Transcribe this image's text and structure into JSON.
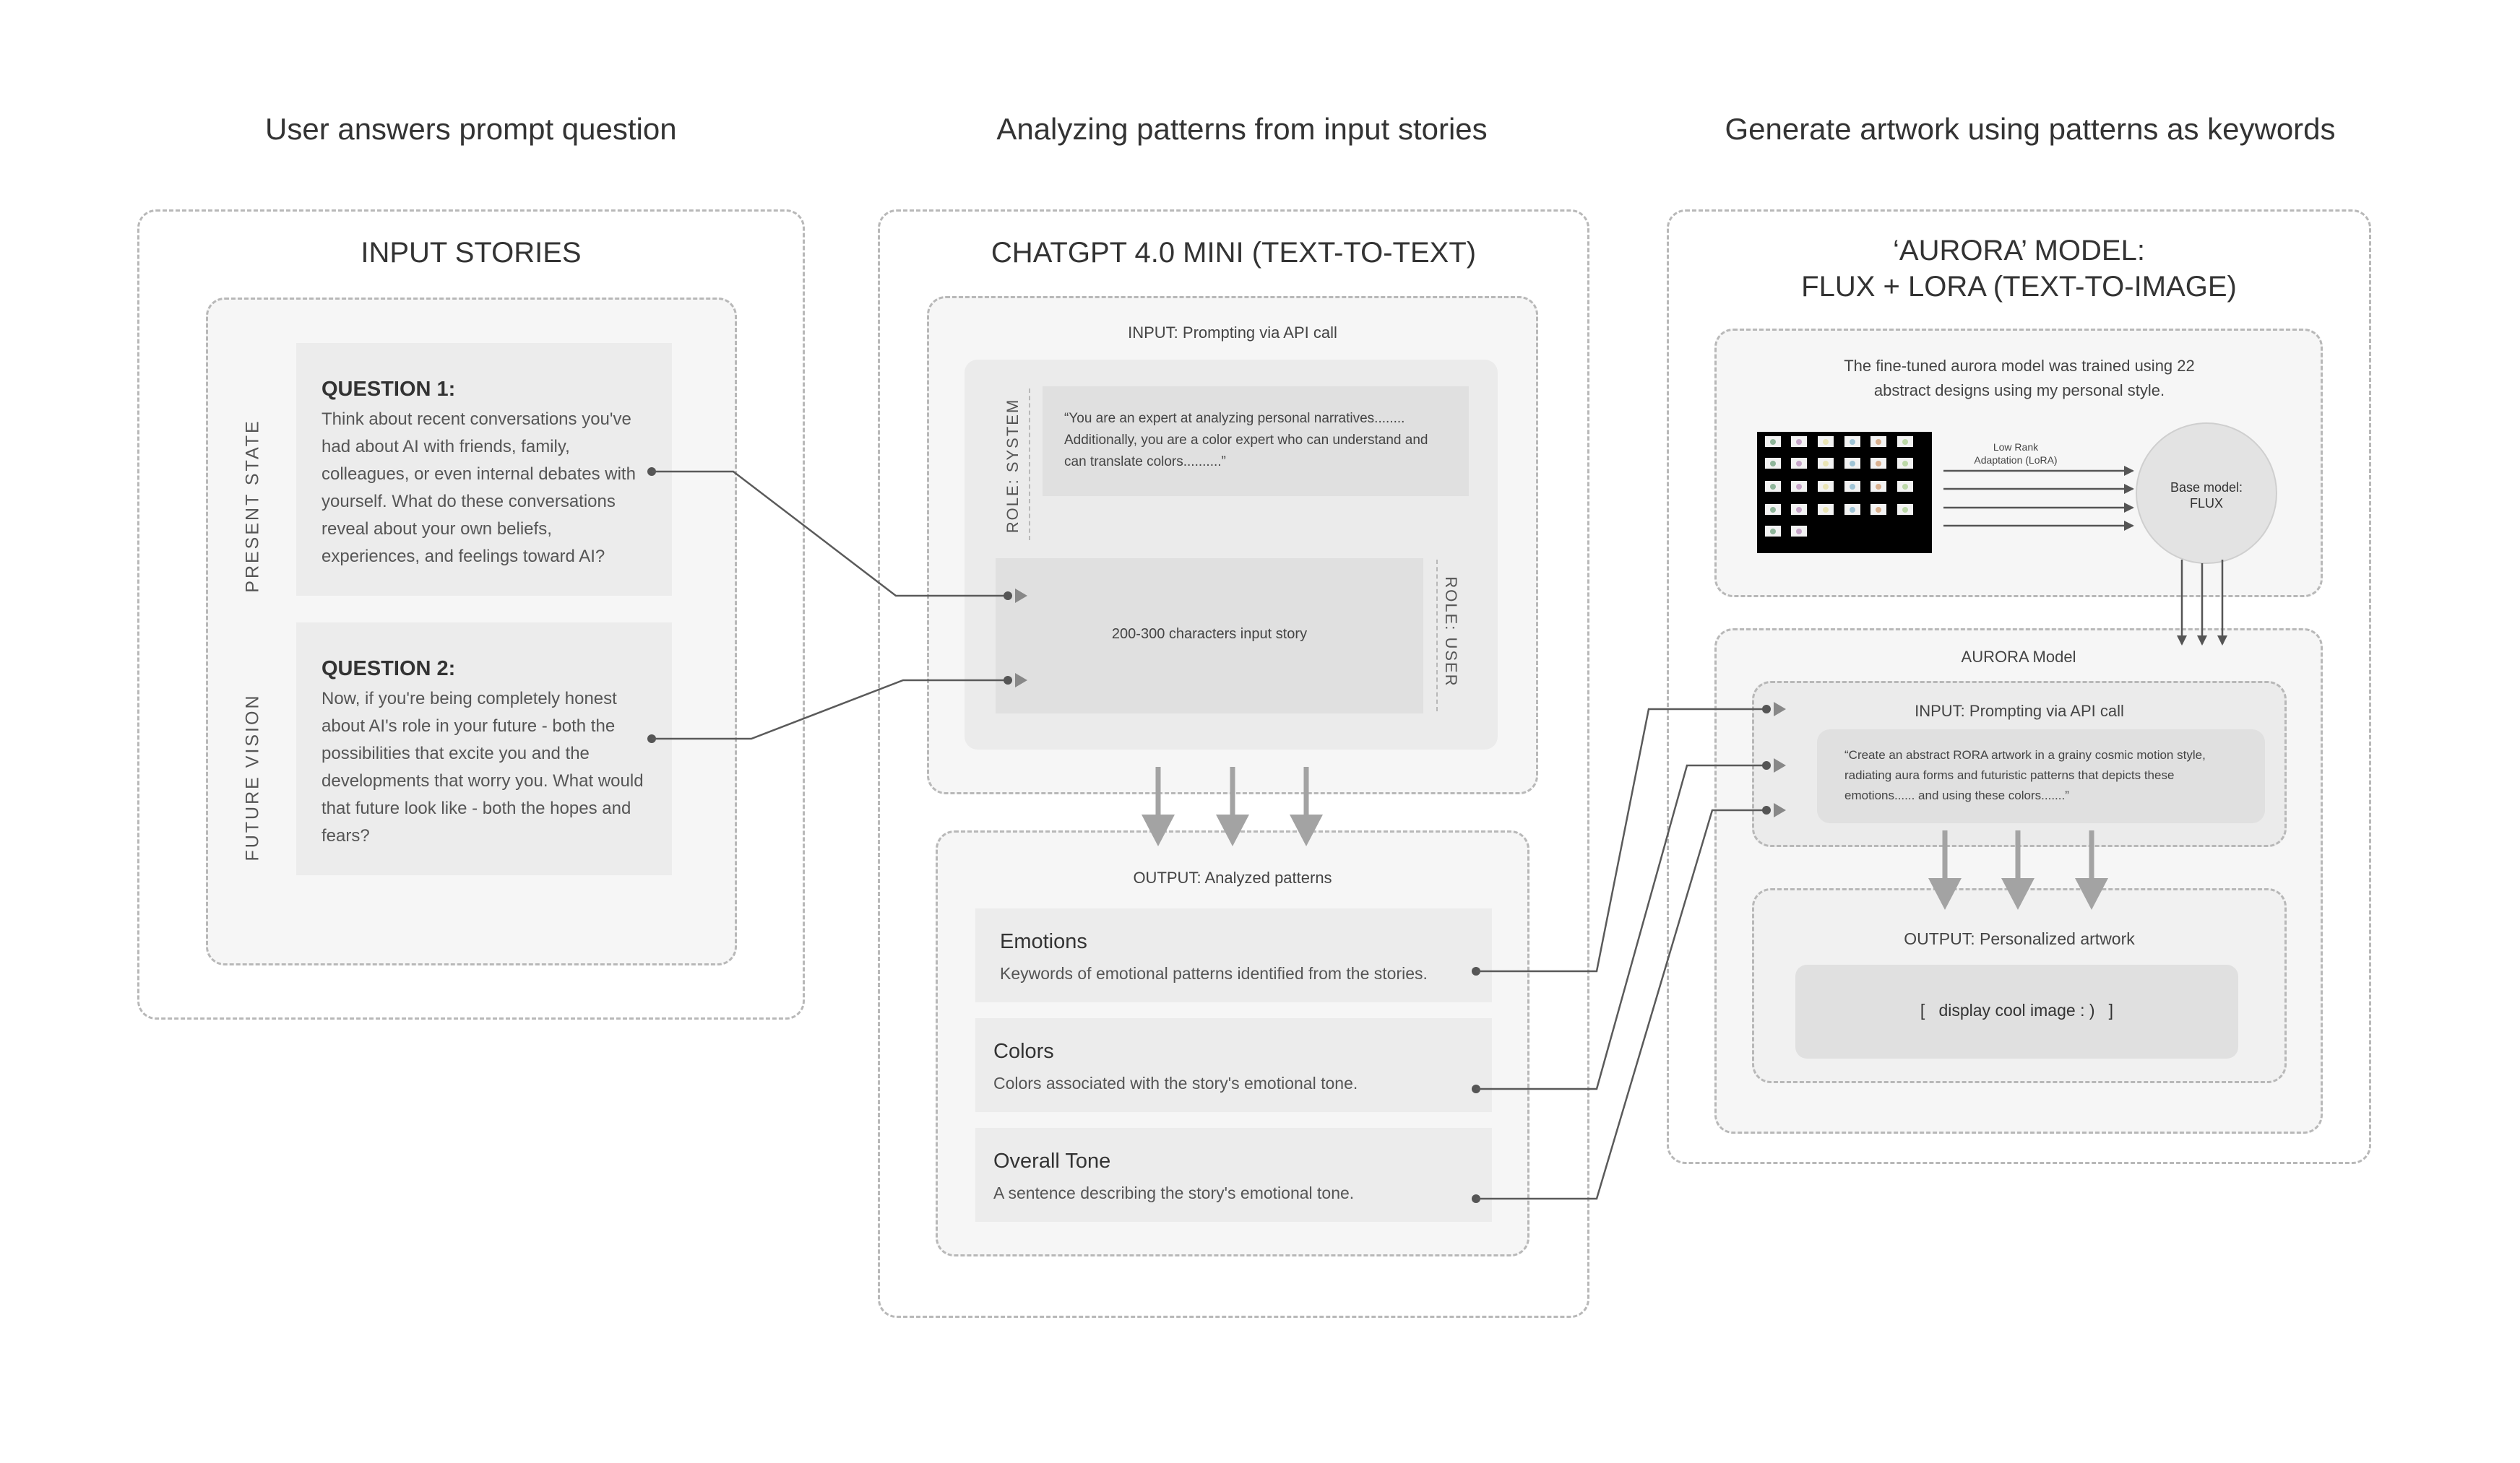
{
  "columns": {
    "col1_heading": "User answers  prompt question",
    "col2_heading": "Analyzing patterns from input stories",
    "col3_heading": "Generate artwork using patterns as keywords"
  },
  "input_stories": {
    "title": "INPUT STORIES",
    "present_label": "PRESENT  STATE",
    "future_label": "FUTURE  VISION",
    "q1_title": "QUESTION 1:",
    "q1_text": "Think about recent conversations you've had about AI with friends, family, colleagues, or even internal debates with yourself. What do these conversations reveal about your own beliefs, experiences, and feelings toward AI?",
    "q2_title": "QUESTION 2:",
    "q2_text": "Now, if you're being completely honest about AI's role in your future - both the possibilities that excite you and the developments that worry you. What would that future look like - both the hopes and fears?"
  },
  "chatgpt": {
    "title": "CHATGPT 4.0 MINI (TEXT-TO-TEXT)",
    "input_label": "INPUT: Prompting via API call",
    "role_system": "ROLE: SYSTEM",
    "system_prompt": "“You are an expert at analyzing personal narratives........ Additionally, you are a color expert who can understand and can translate colors..........”",
    "role_user": "ROLE: USER",
    "user_input": "200-300 characters input story",
    "output_label": "OUTPUT: Analyzed patterns",
    "outputs": [
      {
        "title": "Emotions",
        "desc": "Keywords of emotional patterns identified from the stories."
      },
      {
        "title": "Colors",
        "desc": "Colors associated with the story's emotional tone."
      },
      {
        "title": "Overall Tone",
        "desc": "A sentence describing the story's emotional tone."
      }
    ]
  },
  "aurora": {
    "title_line1": "‘AURORA’ MODEL:",
    "title_line2": "FLUX + LORA (TEXT-TO-IMAGE)",
    "training_note": "The fine-tuned aurora model was trained using 22 abstract designs using my personal style.",
    "lora_line1": "Low Rank",
    "lora_line2": "Adaptation (LoRA)",
    "base_model_line1": "Base model:",
    "base_model_line2": "FLUX",
    "model_label": "AURORA Model",
    "input_label": "INPUT: Prompting via API call",
    "prompt_text": "“Create an abstract RORA artwork in a grainy cosmic motion style, radiating aura forms and futuristic patterns that depicts these emotions...... and using these colors.......”",
    "output_label": "OUTPUT: Personalized artwork",
    "output_placeholder": "[   display cool image : )   ]"
  },
  "colors": {
    "dashed_border": "#b8b8b8",
    "panel_fill": "#f6f6f6",
    "card_fill": "#ececec",
    "arrow": "#9a9a9a",
    "connector": "#5a5a5a",
    "thumb_grid_bg": "#000000"
  }
}
